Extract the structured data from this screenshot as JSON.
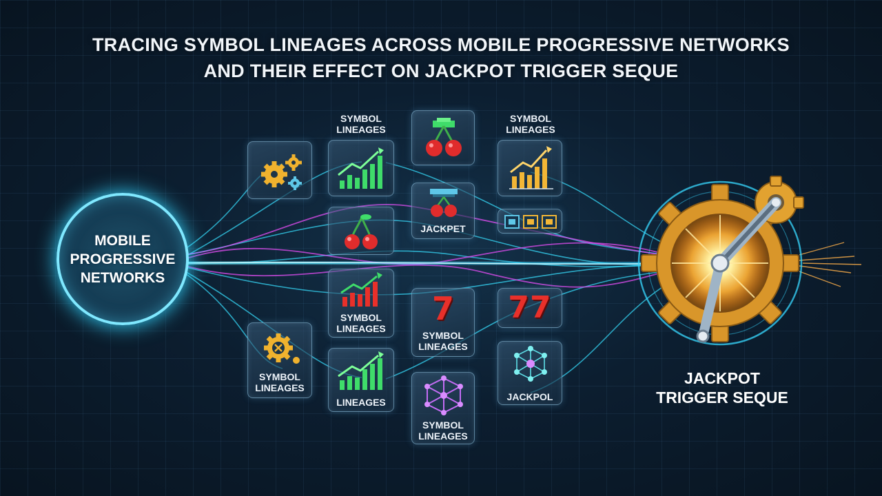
{
  "title": {
    "line1": "TRACING SYMBOL LINEAGES ACROSS MOBILE PROGRESSIVE NETWORKS",
    "line2": "AND THEIR EFFECT ON JACKPOT TRIGGER SEQUE"
  },
  "source": {
    "line1": "MOBILE",
    "line2": "PROGRESSIVE",
    "line3": "NETWORKS"
  },
  "labels": {
    "top_left_line1": "SYMBOL",
    "top_left_line2": "LINEAGES",
    "top_right_line1": "SYMBOL",
    "top_right_line2": "LINEAGES",
    "jackpet": "JACKPET",
    "mid_chart_line1": "SYMBOL",
    "mid_chart_line2": "LINEAGES",
    "seven_line1": "SYMBOL",
    "seven_line2": "LINEAGES",
    "gear_card_line1": "SYMBOL",
    "gear_card_line2": "LINEAGES",
    "lineages": "LINEAGES",
    "network_card_line1": "SYMBOL",
    "network_card_line2": "LINEAGES",
    "jackpol": "JACKPOL",
    "seven_glyph": "7",
    "double_seven_glyph": "77"
  },
  "target": {
    "line1": "JACKPOT",
    "line2": "TRIGGER SEQUE"
  },
  "colors": {
    "cyan": "#38e0ff",
    "magenta": "#e04cf0",
    "gold": "#f2b636",
    "green": "#3fdc6a",
    "red": "#e8302a"
  }
}
